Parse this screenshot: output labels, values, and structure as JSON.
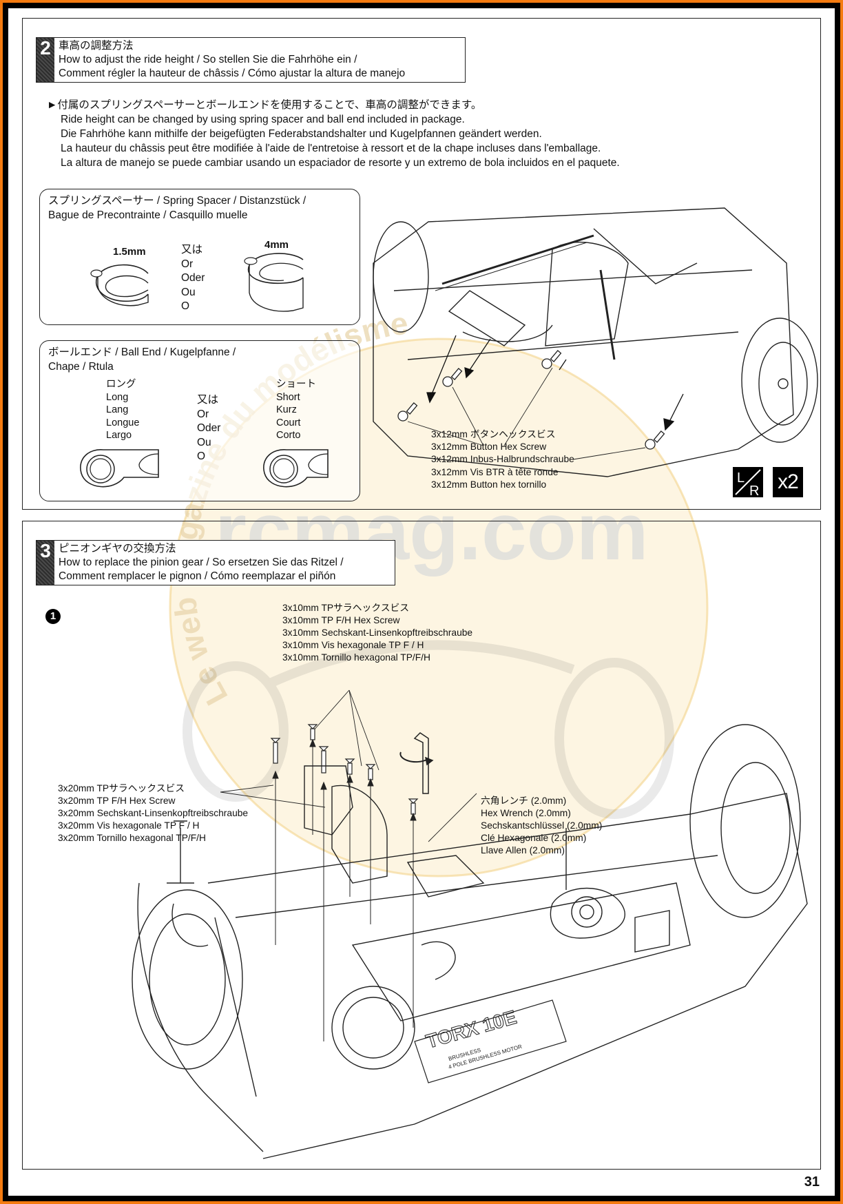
{
  "page": {
    "number": "31",
    "frame_colors": {
      "outer": "#f47b10",
      "inner": "#000000",
      "paper": "#ffffff"
    },
    "watermark": {
      "main": "rcmag.com",
      "arc": "Le web magazine du modélisme",
      "color": "#f2c060"
    }
  },
  "step2": {
    "number": "2",
    "title_ja": "車高の調整方法",
    "title_line1": "How to adjust the ride height / So stellen Sie die Fahrhöhe ein /",
    "title_line2": "Comment régler la hauteur de châssis / Cómo ajustar la altura de manejo",
    "intro": [
      "付属のスプリングスペーサーとボールエンドを使用することで、車高の調整ができます。",
      "Ride height can be changed by using spring spacer and ball end included in package.",
      "Die Fahrhöhe kann mithilfe der beigefügten Federabstandshalter und Kugelpfannen geändert werden.",
      "La hauteur du châssis peut être modifiée à l'aide de l'entretoise à ressort et de la chape incluses dans l'emballage.",
      "La altura de manejo se puede cambiar usando un espaciador de resorte y un extremo de bola incluidos en el paquete."
    ],
    "spring_spacer": {
      "title_line1": "スプリングスペーサー / Spring Spacer / Distanzstück /",
      "title_line2": "Bague de Precontrainte / Casquillo muelle",
      "option_a": "1.5mm",
      "option_a_mark": "1.5",
      "option_b": "4mm",
      "option_b_mark": "4",
      "or_words": [
        "又は",
        "Or",
        "Oder",
        "Ou",
        "O"
      ]
    },
    "ball_end": {
      "title_line1": "ボールエンド /  Ball End / Kugelpfanne /",
      "title_line2": "Chape / Rtula",
      "long_labels": [
        "ロング",
        "Long",
        "Lang",
        "Longue",
        "Largo"
      ],
      "short_labels": [
        "ショート",
        "Short",
        "Kurz",
        "Court",
        "Corto"
      ],
      "or_words": [
        "又は",
        "Or",
        "Oder",
        "Ou",
        "O"
      ]
    },
    "screw_callout": [
      "3x12mm ボタンヘックスビス",
      "3x12mm Button Hex Screw",
      "3x12mm Inbus-Halbrundschraube",
      "3x12mm Vis BTR à tête ronde",
      "3x12mm Button hex tornillo"
    ],
    "badges": {
      "lr_top": "L",
      "lr_bottom": "R",
      "count": "x2"
    }
  },
  "step3": {
    "number": "3",
    "title_ja": "ピニオンギヤの交換方法",
    "title_line1": "How to replace the pinion gear / So ersetzen Sie das Ritzel /",
    "title_line2": "Comment remplacer le pignon / Cómo reemplazar el piñón",
    "substep": "1",
    "screw10_callout": [
      "3x10mm TPサラヘックスビス",
      "3x10mm TP F/H Hex Screw",
      "3x10mm Sechskant-Linsenkopftreibschraube",
      "3x10mm Vis hexagonale TP F / H",
      "3x10mm Tornillo hexagonal TP/F/H"
    ],
    "screw20_callout": [
      "3x20mm TPサラヘックスビス",
      "3x20mm TP F/H Hex Screw",
      "3x20mm Sechskant-Linsenkopftreibschraube",
      "3x20mm Vis hexagonale TP F / H",
      "3x20mm Tornillo hexagonal TP/F/H"
    ],
    "wrench_callout": [
      "六角レンチ (2.0mm)",
      "Hex Wrench (2.0mm)",
      "Sechskantschlüssel (2.0mm)",
      "Clé Hexagonale (2.0mm)",
      "Llave Allen (2.0mm)"
    ],
    "motor_label": "TORX 10E",
    "motor_sub": [
      "BRUSHLESS",
      "4 POLE BRUSHLESS MOTOR"
    ]
  }
}
